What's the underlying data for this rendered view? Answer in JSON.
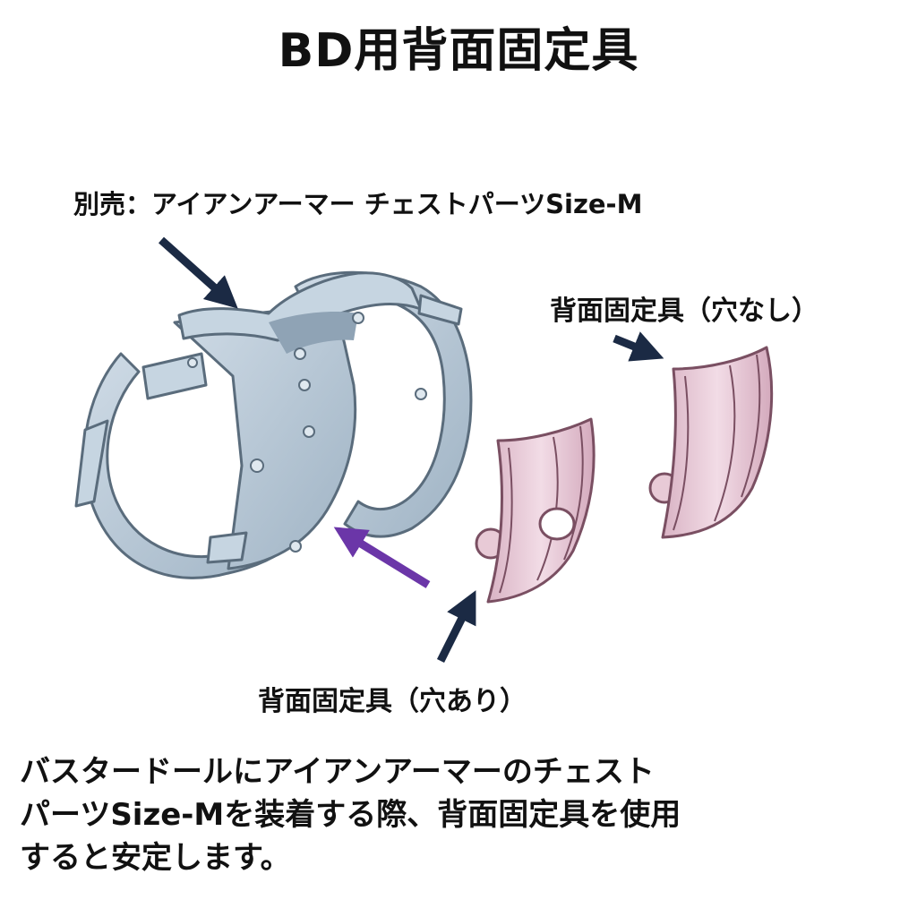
{
  "title": "BD用背面固定具",
  "labels": {
    "chest_parts": "別売：アイアンアーマー チェストパーツSize-M",
    "no_hole": "背面固定具（穴なし）",
    "with_hole": "背面固定具（穴あり）"
  },
  "description": [
    "バスタードールにアイアンアーマーのチェスト",
    "パーツSize-Mを装着する際、背面固定具を使用",
    "すると安定します。"
  ],
  "colors": {
    "armor": "#b9cbd9",
    "armor_edge": "#5a6c7c",
    "part": "#e6c6d3",
    "part_edge": "#7a4f62",
    "arrow_dark": "#1b2a44",
    "arrow_purple": "#6b36a8"
  }
}
